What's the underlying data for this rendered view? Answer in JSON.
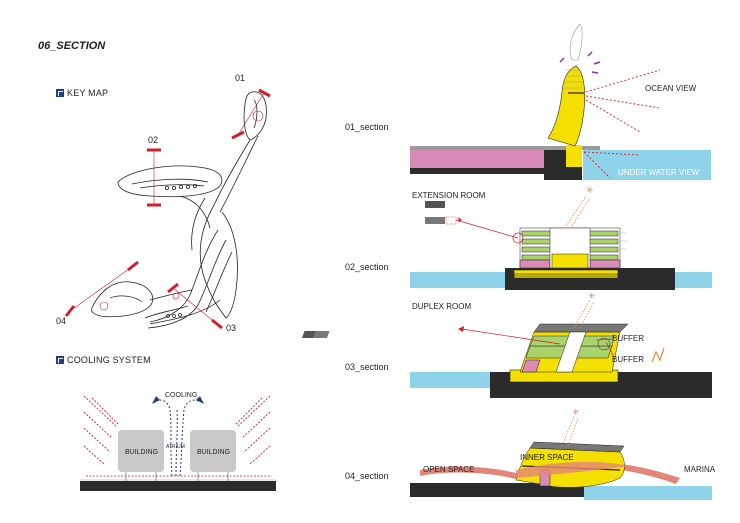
{
  "title": "06_SECTION",
  "key_map": {
    "heading": "KEY MAP",
    "markers": [
      "01",
      "02",
      "03",
      "04"
    ]
  },
  "cooling": {
    "heading": "COOLING SYSTEM",
    "labels": {
      "cooling": "COOLING",
      "atrium": "ATRIUM",
      "building_left": "BUILDING",
      "building_right": "BUILDING"
    }
  },
  "sections": [
    {
      "label": "01_section",
      "notes": [
        "OCEAN VIEW",
        "UNDER WATER VIEW"
      ]
    },
    {
      "label": "02_section",
      "notes": [
        "EXTENSION ROOM"
      ]
    },
    {
      "label": "03_section",
      "notes": [
        "DUPLEX ROOM",
        "BUFFER",
        "BUFFER"
      ]
    },
    {
      "label": "04_section",
      "notes": [
        "OPEN SPACE",
        "INNER SPACE",
        "MARINA"
      ]
    }
  ],
  "colors": {
    "yellow": "#f4e000",
    "pink": "#d98bb8",
    "green": "#a7d36a",
    "water": "#8fd3ea",
    "ground": "#2b2b2b",
    "red": "#d21f2a",
    "blue": "#1e3f8a",
    "salmon": "#e3867a"
  }
}
